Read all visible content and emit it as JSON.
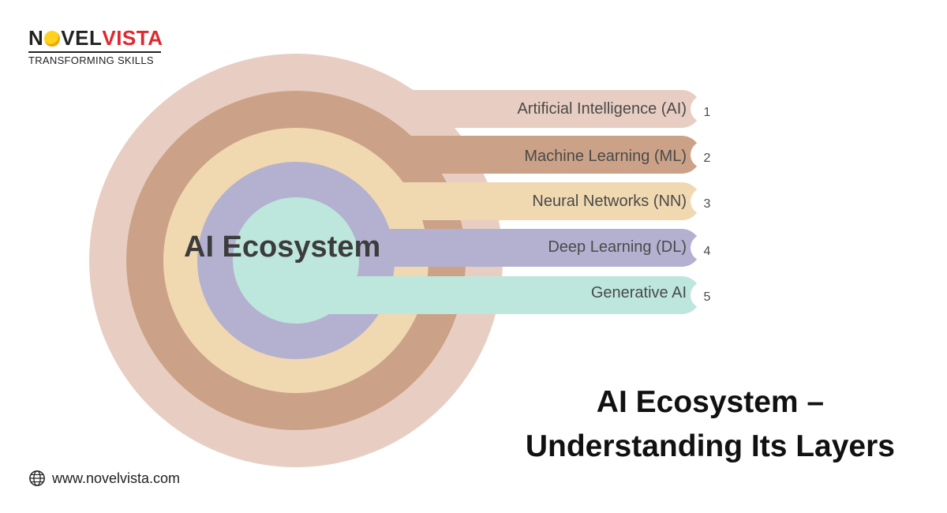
{
  "brand": {
    "name_black_1": "N",
    "name_black_2": "VEL",
    "name_red": "VISTA",
    "tagline": "TRANSFORMING SKILLS"
  },
  "diagram": {
    "center_label": "AI Ecosystem",
    "layers": [
      {
        "number": "1",
        "label": "Artificial Intelligence (AI)",
        "color": "#e8cec2"
      },
      {
        "number": "2",
        "label": "Machine Learning (ML)",
        "color": "#cba287"
      },
      {
        "number": "3",
        "label": "Neural Networks (NN)",
        "color": "#f0d8b0"
      },
      {
        "number": "4",
        "label": "Deep Learning (DL)",
        "color": "#b4b1d0"
      },
      {
        "number": "5",
        "label": "Generative AI",
        "color": "#bde6dc"
      }
    ]
  },
  "title": {
    "line1": "AI Ecosystem –",
    "line2": "Understanding Its Layers"
  },
  "footer": {
    "website": "www.novelvista.com",
    "icon": "globe-icon"
  }
}
